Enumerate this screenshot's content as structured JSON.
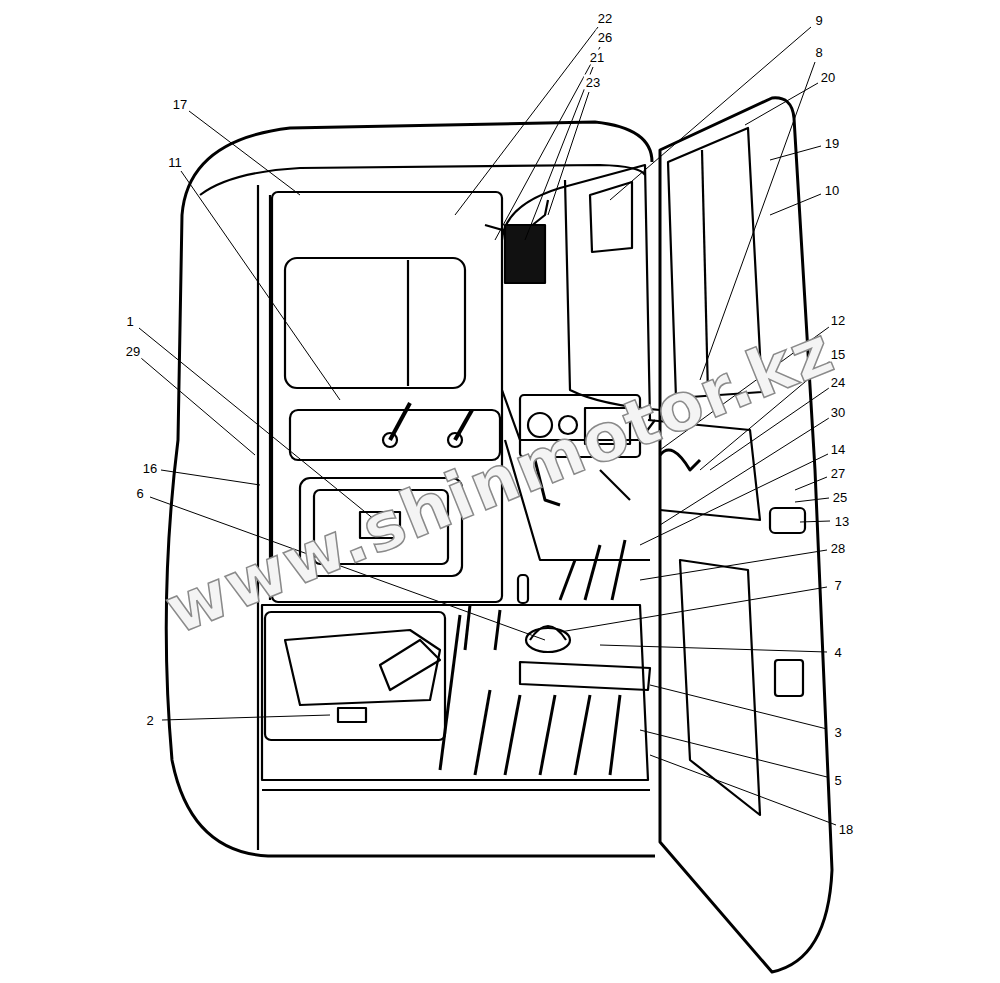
{
  "diagram": {
    "labels": [
      "22",
      "26",
      "21",
      "23",
      "9",
      "8",
      "20",
      "19",
      "10",
      "17",
      "11",
      "12",
      "15",
      "24",
      "30",
      "1",
      "29",
      "16",
      "14",
      "27",
      "25",
      "13",
      "6",
      "28",
      "7",
      "4",
      "2",
      "3",
      "5",
      "18",
      "www.shinmotor.kz"
    ]
  }
}
